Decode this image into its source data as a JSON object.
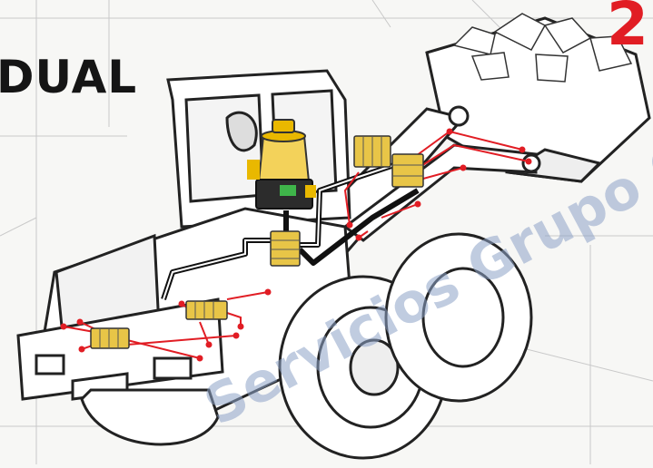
{
  "heading": "DUAL",
  "step_number": "2",
  "watermark": "Servicios Grupo Gamont",
  "colors": {
    "accent": "#e11d24",
    "supply_line": "#111111",
    "pump_body": "#e9b800",
    "block": "#e8c547",
    "outline": "#222222",
    "watermark": "#8ea3c8"
  },
  "icons": [
    "lubrication-pump-icon",
    "distributor-block-icon",
    "lubrication-point-icon"
  ]
}
